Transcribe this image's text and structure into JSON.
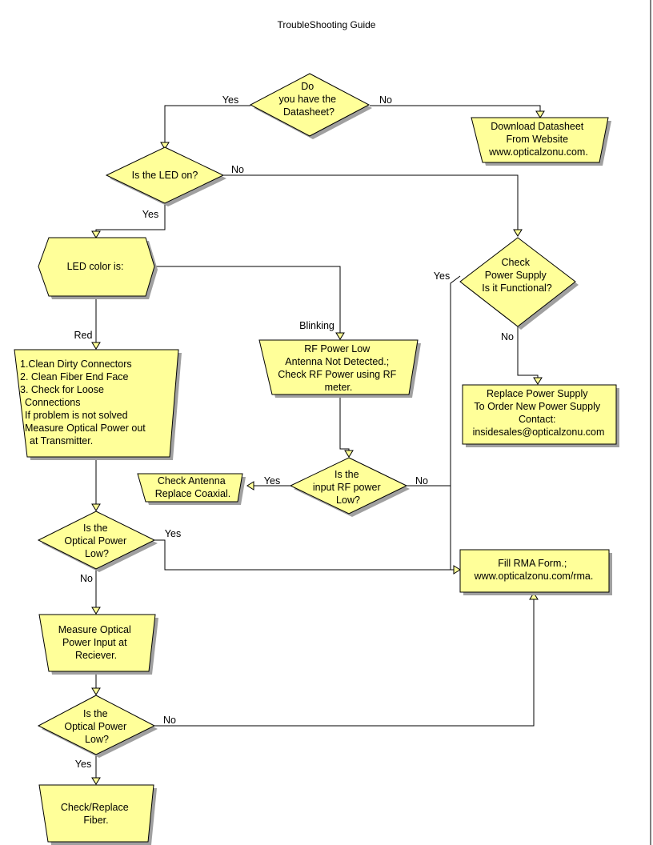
{
  "title": "TroubleShooting Guide",
  "nodes": {
    "datasheet_q": [
      "Do",
      "you have the",
      "Datasheet?"
    ],
    "download": [
      "Download Datasheet",
      "From Website",
      "www.opticalzonu.com."
    ],
    "led_on_q": [
      "Is the LED on?"
    ],
    "led_color": [
      "LED color is:"
    ],
    "check_ps_q": [
      "Check",
      "Power Supply",
      "Is it Functional?"
    ],
    "clean": [
      "1.Clean Dirty Connectors",
      "2. Clean Fiber End Face",
      "3.  Check for Loose",
      "Connections",
      "If problem is not solved",
      "Measure Optical Power out",
      "at Transmitter."
    ],
    "rf_low": [
      "RF Power Low",
      "Antenna Not Detected.;",
      "Check RF Power using RF",
      "meter."
    ],
    "replace_ps": [
      "Replace Power Supply",
      "To Order New Power Supply",
      "Contact:",
      "insidesales@opticalzonu.com"
    ],
    "check_antenna": [
      "Check Antenna",
      "Replace Coaxial."
    ],
    "rf_low_q": [
      "Is the",
      "input RF power",
      "Low?"
    ],
    "optical_low_q1": [
      "Is the",
      "Optical Power",
      "Low?"
    ],
    "rma": [
      "Fill RMA Form.;",
      "www.opticalzonu.com/rma."
    ],
    "measure_rx": [
      "Measure Optical",
      "Power Input at",
      "Reciever."
    ],
    "optical_low_q2": [
      "Is the",
      "Optical Power",
      "Low?"
    ],
    "check_fiber": [
      "Check/Replace",
      "Fiber."
    ]
  },
  "edge_labels": {
    "datasheet_yes": "Yes",
    "datasheet_no": "No",
    "led_on_no": "No",
    "led_on_yes": "Yes",
    "ps_yes": "Yes",
    "ps_no": "No",
    "color_red": "Red",
    "color_blinking": "Blinking",
    "rf_yes": "Yes",
    "rf_no": "No",
    "optical1_yes": "Yes",
    "optical1_no": "No",
    "optical2_no": "No",
    "optical2_yes": "Yes"
  }
}
